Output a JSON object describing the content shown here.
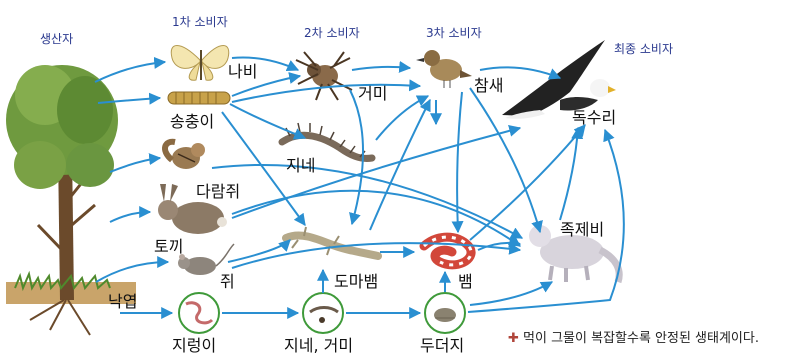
{
  "headers": {
    "producer": "생산자",
    "consumer1": "1차 소비자",
    "consumer2": "2차 소비자",
    "consumer3": "3차 소비자",
    "final": "최종 소비자"
  },
  "organisms": {
    "tree": "",
    "butterfly": "나비",
    "larva": "송충이",
    "spider": "거미",
    "bird": "참새",
    "eagle": "독수리",
    "centipede": "지네",
    "squirrel": "다람쥐",
    "rabbit": "토끼",
    "mouse": "쥐",
    "lizard": "도마뱀",
    "snake": "뱀",
    "weasel": "족제비",
    "leaves": "낙엽",
    "worm": "지렁이",
    "centipede_spider": "지네, 거미",
    "mole": "두더지"
  },
  "note": {
    "symbol": "✚",
    "text": "먹이 그물이 복잡할수록 안정된 생태계이다."
  },
  "colors": {
    "arrow": "#2a8fd1",
    "header": "#2b3a8f",
    "circle_border": "#3f9a3a",
    "tree_foliage": "#6f9a3f",
    "eagle": "#222222"
  }
}
